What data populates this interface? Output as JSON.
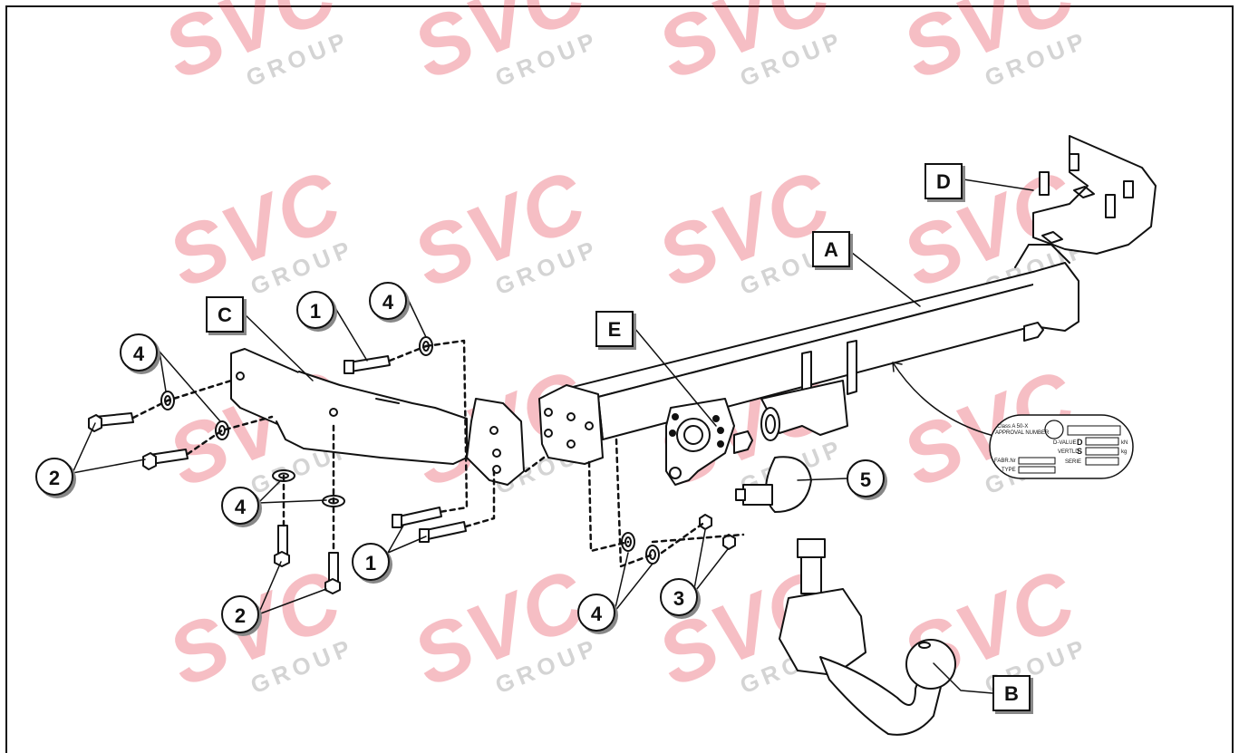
{
  "watermark": {
    "brand": "SVC",
    "group": "GROUP",
    "color": "#e23446"
  },
  "labels": {
    "A": "A",
    "B": "B",
    "C": "C",
    "D": "D",
    "E": "E",
    "n1a": "1",
    "n1b": "1",
    "n2a": "2",
    "n2b": "2",
    "n3": "3",
    "n4a": "4",
    "n4b": "4",
    "n4c": "4",
    "n4d": "4",
    "n5": "5"
  },
  "plate": {
    "class_line": "Class A 50-X",
    "approval": "APPROVAL NUMBER",
    "d_value": "D-VALUE",
    "d_letter": "D",
    "d_unit": "kN",
    "vertld": "VERTLD",
    "s_letter": "S",
    "s_unit": "kg",
    "fabr": "FABR.Nr",
    "serie": "SERIE",
    "type": "TYPE"
  }
}
